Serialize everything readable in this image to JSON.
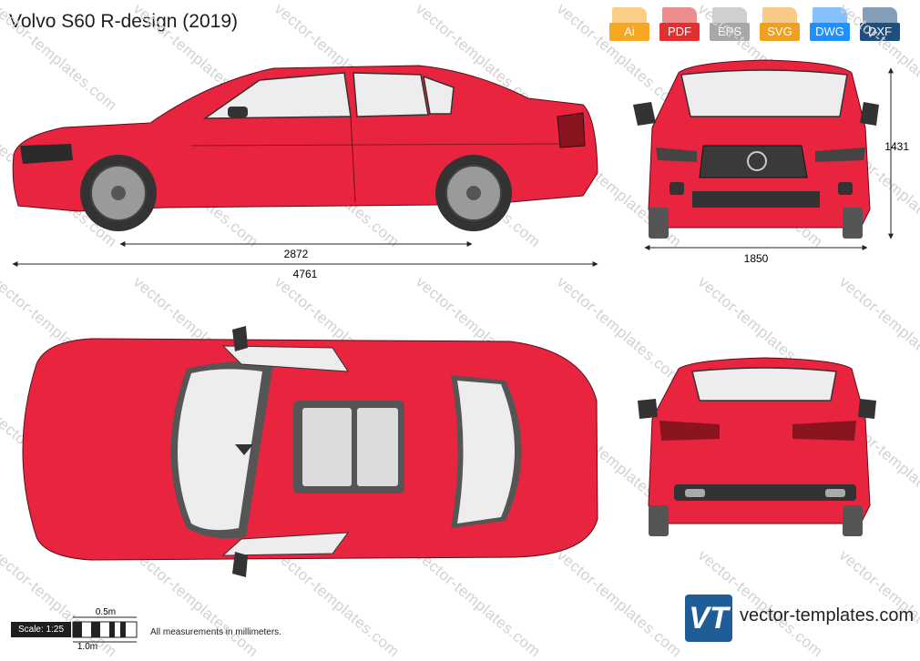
{
  "title": "Volvo S60 R-design (2019)",
  "formats": [
    {
      "label": "Ai",
      "color": "#f5a623"
    },
    {
      "label": "PDF",
      "color": "#e03030"
    },
    {
      "label": "EPS",
      "color": "#a8a8a8"
    },
    {
      "label": "SVG",
      "color": "#f0a020"
    },
    {
      "label": "DWG",
      "color": "#1e90ff"
    },
    {
      "label": "DXF",
      "color": "#1f4f80"
    }
  ],
  "watermark": "vector-templates.com",
  "dimensions": {
    "wheelbase": "2872",
    "length": "4761",
    "width": "1850",
    "height": "1431"
  },
  "scale": {
    "label": "Scale: 1:25",
    "half_meter": "0.5m",
    "one_meter": "1.0m"
  },
  "note": "All measurements in millimeters.",
  "brand": {
    "logo_text": "VT",
    "site": "vector-templates.com",
    "color": "#1f5d97"
  },
  "car_color": "#e8243f"
}
